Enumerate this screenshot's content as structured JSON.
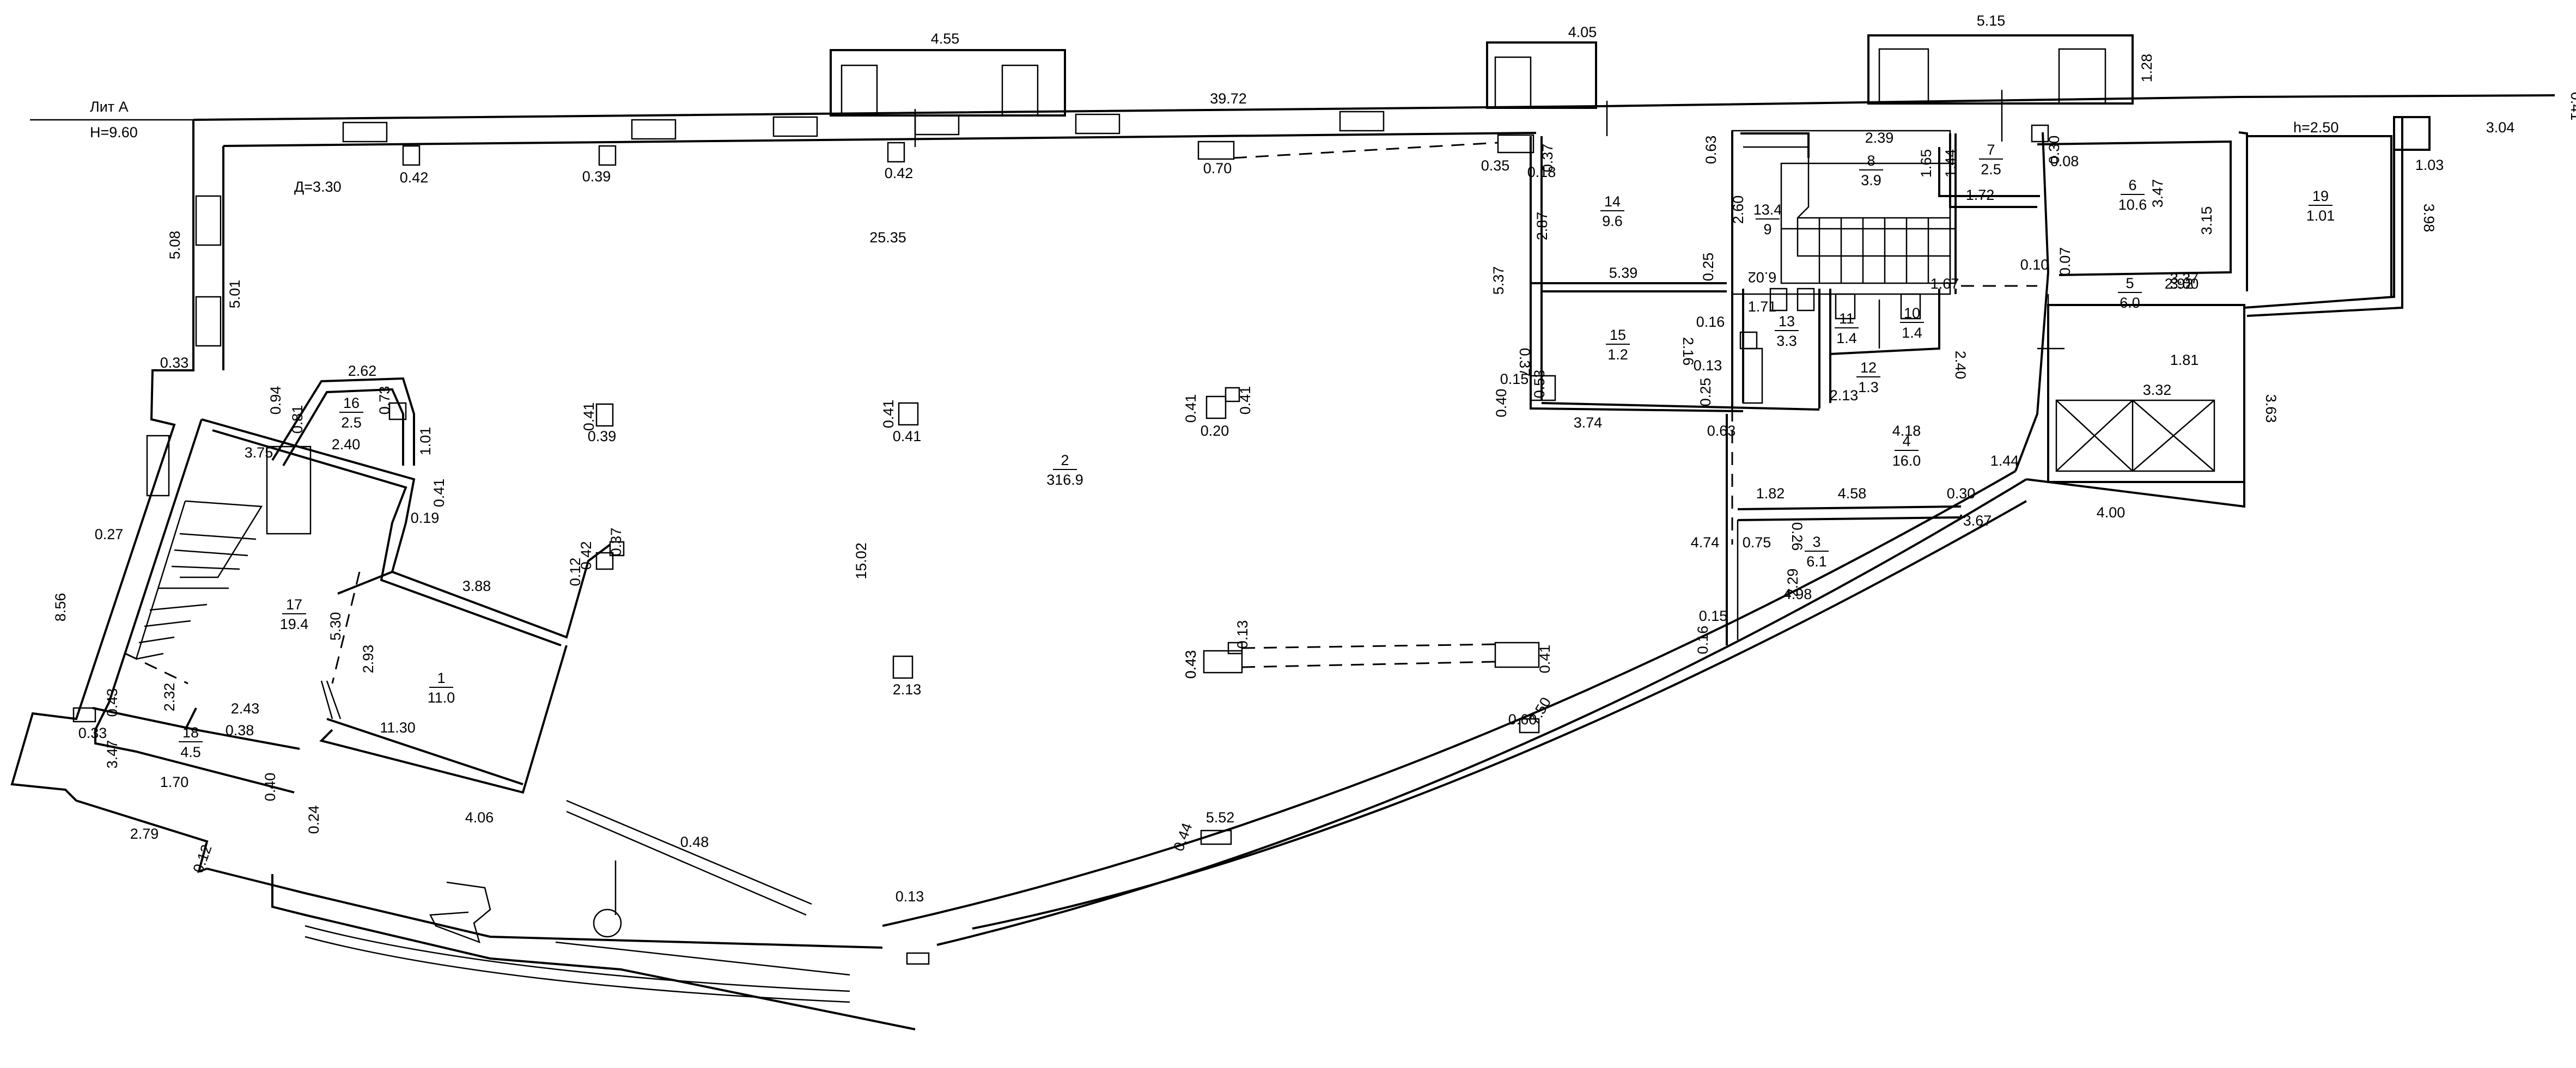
{
  "title": {
    "lit": "Лит А",
    "height": "H=9.60",
    "h2": "h=2.50",
    "diameter": "Д=3.30"
  },
  "rooms": [
    {
      "num": "1",
      "area": "11.0"
    },
    {
      "num": "2",
      "area": "316.9"
    },
    {
      "num": "3",
      "area": "6.1"
    },
    {
      "num": "4",
      "area": "16.0"
    },
    {
      "num": "5",
      "area": "6.0"
    },
    {
      "num": "6",
      "area": "10.6"
    },
    {
      "num": "7",
      "area": "2.5"
    },
    {
      "num": "8",
      "area": "3.9"
    },
    {
      "num": "10",
      "area": "1.4"
    },
    {
      "num": "11",
      "area": "1.4"
    },
    {
      "num": "12",
      "area": "1.3"
    },
    {
      "num": "13",
      "area": "3.3"
    },
    {
      "num": "13.4",
      "area": "9"
    },
    {
      "num": "14",
      "area": "9.6"
    },
    {
      "num": "15",
      "area": "1.2"
    },
    {
      "num": "16",
      "area": "2.5"
    },
    {
      "num": "17",
      "area": "19.4"
    },
    {
      "num": "18",
      "area": "4.5"
    },
    {
      "num": "19",
      "area": "1.01"
    }
  ],
  "dims": [
    "4.55",
    "4.05",
    "5.15",
    "1.28",
    "39.72",
    "0.41",
    "3.04",
    "1.03",
    "0.42",
    "0.39",
    "0.42",
    "0.70",
    "0.35",
    "0.37",
    "0.18",
    "0.63",
    "2.39",
    "1.65",
    "1.44",
    "0.30",
    "0.08",
    "5.08",
    "5.01",
    "25.35",
    "2.87",
    "2.60",
    "3.47",
    "3.15",
    "3.98",
    "5.37",
    "5.39",
    "0.25",
    "0.07",
    "0.10",
    "6.02",
    "1.72",
    "1.71",
    "0.16",
    "3.37",
    "2.92",
    "3.00",
    "0.15",
    "0.37",
    "0.53",
    "2.16",
    "0.13",
    "0.25",
    "2.40",
    "1.67",
    "0.40",
    "3.74",
    "2.13",
    "0.63",
    "4.18",
    "1.81",
    "3.32",
    "3.63",
    "0.33",
    "2.62",
    "0.94",
    "0.81",
    "0.73",
    "1.01",
    "2.40",
    "3.75",
    "0.41",
    "0.19",
    "0.41",
    "0.39",
    "0.41",
    "0.41",
    "0.41",
    "0.20",
    "0.41",
    "1.82",
    "4.58",
    "0.30",
    "1.44",
    "0.27",
    "3.67",
    "0.75",
    "0.26",
    "4.00",
    "4.74",
    "2.29",
    "0.42",
    "0.37",
    "0.12",
    "3.88",
    "15.02",
    "8.56",
    "5.30",
    "2.93",
    "0.15",
    "4.98",
    "0.16",
    "0.43",
    "0.13",
    "0.43",
    "0.41",
    "2.13",
    "0.43",
    "2.32",
    "2.43",
    "0.38",
    "0.33",
    "3.47",
    "11.30",
    "4.06",
    "1.70",
    "0.40",
    "0.60",
    "7.50",
    "0.48",
    "5.52",
    "2.79",
    "0.24",
    "0.12",
    "0.44",
    "0.13"
  ]
}
